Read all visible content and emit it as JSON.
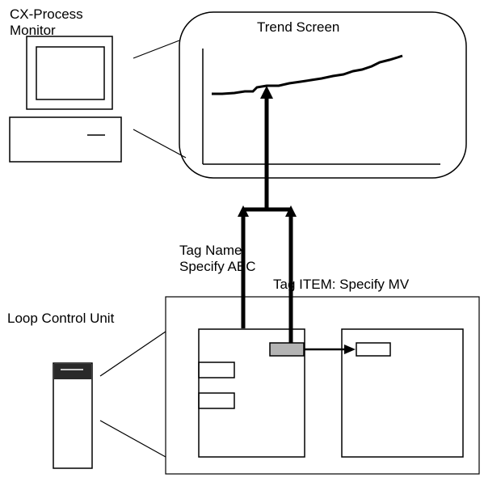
{
  "labels": {
    "monitor_line1": "CX-Process",
    "monitor_line2": "Monitor",
    "trend_screen": "Trend Screen",
    "tag_name_line1": "Tag Name:",
    "tag_name_line2": "Specify ABC",
    "tag_item": "Tag ITEM: Specify MV",
    "loop_control_unit": "Loop Control Unit"
  },
  "colors": {
    "line": "#000000",
    "highlight_block": "#b4b4b4",
    "unit_band": "#2a2a2a"
  },
  "icons": {
    "computer": "computer-monitor-icon",
    "unit": "loop-control-unit-icon"
  }
}
